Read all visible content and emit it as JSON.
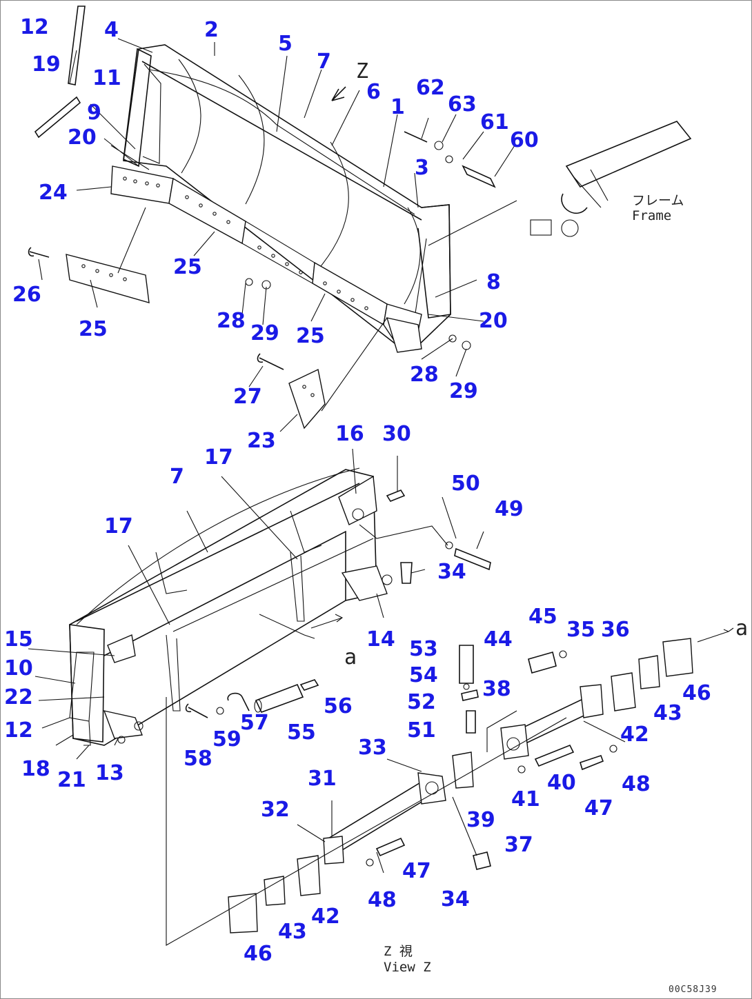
{
  "labels": {
    "frame_jp": "フレーム",
    "frame_en": "Frame",
    "view_jp": "Z 視",
    "view_en": "View Z",
    "z_marker": "Z",
    "a_marker": "a",
    "drawing_code": "00C58J39"
  },
  "colors": {
    "part_number": "#1a1ae6",
    "line": "#111111"
  },
  "part_numbers": [
    {
      "id": "p12a",
      "text": "12"
    },
    {
      "id": "p4",
      "text": "4"
    },
    {
      "id": "p2",
      "text": "2"
    },
    {
      "id": "p5",
      "text": "5"
    },
    {
      "id": "p7a",
      "text": "7"
    },
    {
      "id": "p19",
      "text": "19"
    },
    {
      "id": "p11",
      "text": "11"
    },
    {
      "id": "p6",
      "text": "6"
    },
    {
      "id": "p62",
      "text": "62"
    },
    {
      "id": "p1",
      "text": "1"
    },
    {
      "id": "p63",
      "text": "63"
    },
    {
      "id": "p9",
      "text": "9"
    },
    {
      "id": "p61",
      "text": "61"
    },
    {
      "id": "p20a",
      "text": "20"
    },
    {
      "id": "p60",
      "text": "60"
    },
    {
      "id": "p3",
      "text": "3"
    },
    {
      "id": "p24",
      "text": "24"
    },
    {
      "id": "p25a",
      "text": "25"
    },
    {
      "id": "p8",
      "text": "8"
    },
    {
      "id": "p26",
      "text": "26"
    },
    {
      "id": "p28a",
      "text": "28"
    },
    {
      "id": "p20b",
      "text": "20"
    },
    {
      "id": "p29a",
      "text": "29"
    },
    {
      "id": "p25b",
      "text": "25"
    },
    {
      "id": "p25c",
      "text": "25"
    },
    {
      "id": "p28b",
      "text": "28"
    },
    {
      "id": "p29b",
      "text": "29"
    },
    {
      "id": "p27",
      "text": "27"
    },
    {
      "id": "p23",
      "text": "23"
    },
    {
      "id": "p16",
      "text": "16"
    },
    {
      "id": "p30",
      "text": "30"
    },
    {
      "id": "p17a",
      "text": "17"
    },
    {
      "id": "p7b",
      "text": "7"
    },
    {
      "id": "p50",
      "text": "50"
    },
    {
      "id": "p49",
      "text": "49"
    },
    {
      "id": "p17b",
      "text": "17"
    },
    {
      "id": "p34a",
      "text": "34"
    },
    {
      "id": "p14",
      "text": "14"
    },
    {
      "id": "p15",
      "text": "15"
    },
    {
      "id": "p53",
      "text": "53"
    },
    {
      "id": "p44",
      "text": "44"
    },
    {
      "id": "p45",
      "text": "45"
    },
    {
      "id": "p35",
      "text": "35"
    },
    {
      "id": "p36",
      "text": "36"
    },
    {
      "id": "p10",
      "text": "10"
    },
    {
      "id": "p54",
      "text": "54"
    },
    {
      "id": "p38",
      "text": "38"
    },
    {
      "id": "p22",
      "text": "22"
    },
    {
      "id": "p52",
      "text": "52"
    },
    {
      "id": "p43a",
      "text": "43"
    },
    {
      "id": "p46a",
      "text": "46"
    },
    {
      "id": "p57",
      "text": "57"
    },
    {
      "id": "p56",
      "text": "56"
    },
    {
      "id": "p12b",
      "text": "12"
    },
    {
      "id": "p51",
      "text": "51"
    },
    {
      "id": "p42a",
      "text": "42"
    },
    {
      "id": "p55",
      "text": "55"
    },
    {
      "id": "p59",
      "text": "59"
    },
    {
      "id": "p33",
      "text": "33"
    },
    {
      "id": "p18",
      "text": "18"
    },
    {
      "id": "p58",
      "text": "58"
    },
    {
      "id": "p13",
      "text": "13"
    },
    {
      "id": "p21",
      "text": "21"
    },
    {
      "id": "p40",
      "text": "40"
    },
    {
      "id": "p48a",
      "text": "48"
    },
    {
      "id": "p41",
      "text": "41"
    },
    {
      "id": "p31",
      "text": "31"
    },
    {
      "id": "p39",
      "text": "39"
    },
    {
      "id": "p47a",
      "text": "47"
    },
    {
      "id": "p32",
      "text": "32"
    },
    {
      "id": "p37",
      "text": "37"
    },
    {
      "id": "p47b",
      "text": "47"
    },
    {
      "id": "p48b",
      "text": "48"
    },
    {
      "id": "p34b",
      "text": "34"
    },
    {
      "id": "p42b",
      "text": "42"
    },
    {
      "id": "p43b",
      "text": "43"
    },
    {
      "id": "p46b",
      "text": "46"
    }
  ]
}
